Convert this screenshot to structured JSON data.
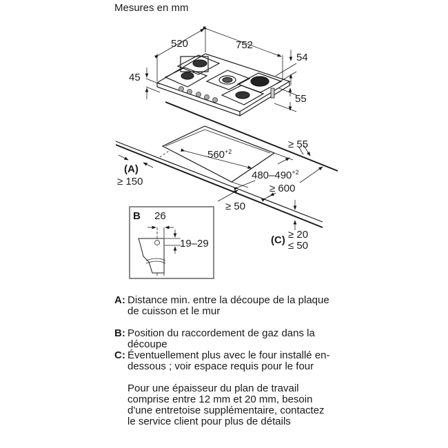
{
  "title": "Mesures en mm",
  "hob": {
    "width": "752",
    "depth": "520",
    "height_front": "45",
    "rear_offset": "54",
    "connector_drop": "55"
  },
  "cutout": {
    "width": "560",
    "width_tol": "+2",
    "depth": "480–490",
    "depth_tol": "+2",
    "rear_min": "≥ 55",
    "counter_depth_min": "≥ 600",
    "front_min": "≥ 50",
    "wall_label": "(A)",
    "wall_min": "≥ 150",
    "c_label": "(C)",
    "c_min": "≥ 20",
    "c_max": "≤ 50"
  },
  "detail_b": {
    "label": "B",
    "width": "26",
    "height": "19–29"
  },
  "legend": [
    {
      "key": "A:",
      "text": "Distance min. entre la découpe de la plaque de cuisson et le mur"
    },
    {
      "key": "B:",
      "text": "Position du raccordement de gaz dans la découpe"
    },
    {
      "key": "C:",
      "text": "Éventuellement plus avec le four installé en-dessous ; voir espace requis pour le four"
    }
  ],
  "note": "Pour une épaisseur du plan de travail comprise entre 12 mm et 20 mm, besoin d'une entretoise supplémentaire, contactez le service client pour plus de détails"
}
